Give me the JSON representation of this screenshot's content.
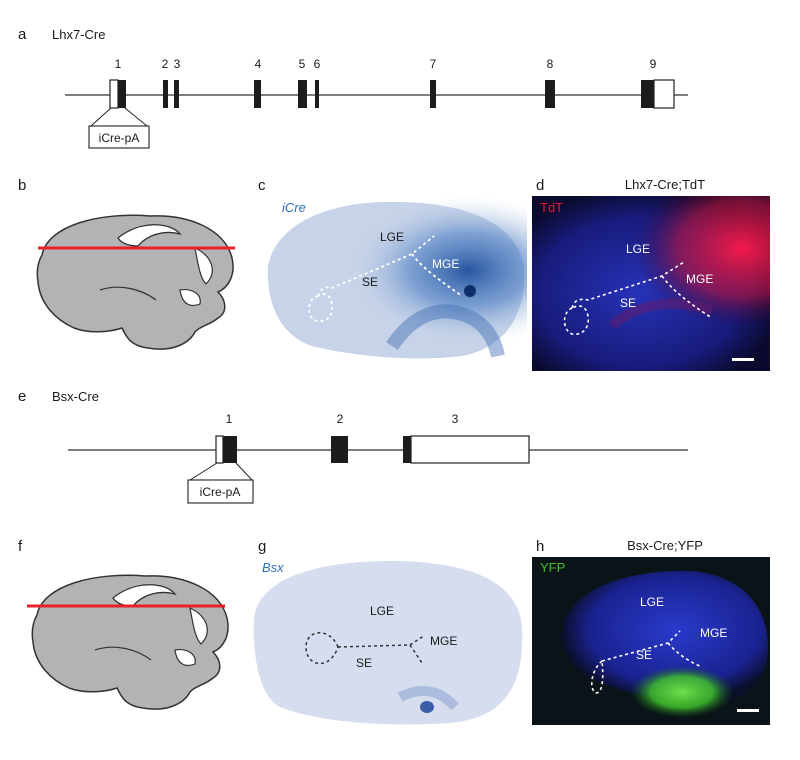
{
  "panel_a": {
    "letter": "a",
    "gene": "Lhx7-Cre",
    "exon_numbers": [
      "1",
      "2",
      "3",
      "4",
      "5",
      "6",
      "7",
      "8",
      "9"
    ],
    "cassette": "iCre-pA"
  },
  "panel_b": {
    "letter": "b"
  },
  "panel_c": {
    "letter": "c",
    "probe": "iCre",
    "regions": {
      "lge": "LGE",
      "mge": "MGE",
      "se": "SE"
    }
  },
  "panel_d": {
    "letter": "d",
    "title": "Lhx7-Cre;TdT",
    "channel": "TdT",
    "regions": {
      "lge": "LGE",
      "mge": "MGE",
      "se": "SE"
    }
  },
  "panel_e": {
    "letter": "e",
    "gene": "Bsx-Cre",
    "exon_numbers": [
      "1",
      "2",
      "3"
    ],
    "cassette": "iCre-pA"
  },
  "panel_f": {
    "letter": "f"
  },
  "panel_g": {
    "letter": "g",
    "probe": "Bsx",
    "regions": {
      "lge": "LGE",
      "mge": "MGE",
      "se": "SE"
    }
  },
  "panel_h": {
    "letter": "h",
    "title": "Bsx-Cre;YFP",
    "channel": "YFP",
    "regions": {
      "lge": "LGE",
      "mge": "MGE",
      "se": "SE"
    }
  },
  "colors": {
    "exon_fill": "#1c1c1c",
    "brain_gray": "#b3b3b3",
    "section_line": "#e8202a",
    "ish_blue": "#2f6fb8",
    "tdt_red": "#e0183c",
    "yfp_green": "#3fbf2a",
    "dapi_blue": "#1f2fb8"
  }
}
